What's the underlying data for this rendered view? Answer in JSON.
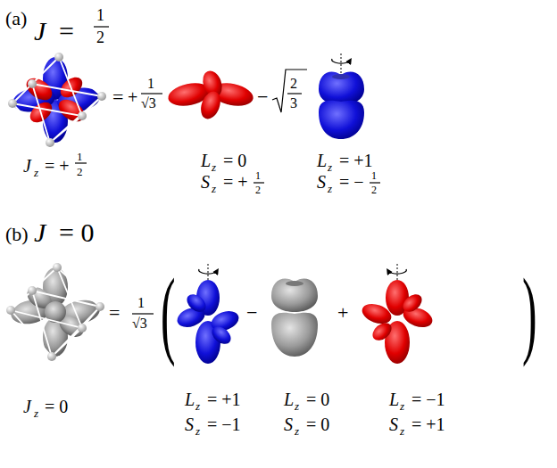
{
  "diagram": {
    "labels": [
      "(a)",
      "J",
      "=",
      "1",
      "2",
      "=",
      "+",
      "1",
      "√3",
      "−",
      "2",
      "3",
      "J",
      "z",
      "= +",
      "1",
      "2",
      "L",
      "z",
      "= 0",
      "S",
      "z",
      "= +",
      "1",
      "2",
      "L",
      "z",
      "= +1",
      "S",
      "z",
      "= −",
      "1",
      "2",
      "(b)",
      "J",
      "= 0",
      "=",
      "1",
      "√3",
      "(",
      "−",
      "+",
      ")",
      "J",
      "z",
      "= 0",
      "L",
      "z",
      "= +1",
      "S",
      "z",
      "= −1",
      "L",
      "z",
      "= 0",
      "S",
      "z",
      "= 0",
      "L",
      "z",
      "= −1",
      "S",
      "z",
      "= +1"
    ]
  }
}
